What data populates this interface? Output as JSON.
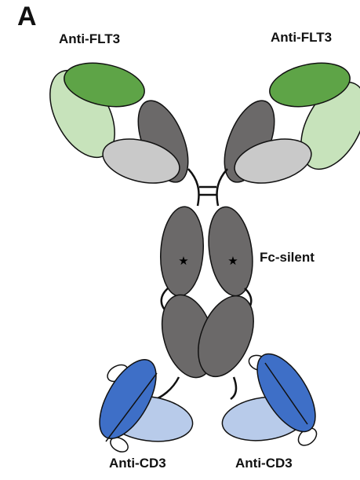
{
  "panel": {
    "letter": "A"
  },
  "labels": {
    "anti_flt3_left": "Anti-FLT3",
    "anti_flt3_right": "Anti-FLT3",
    "fc_silent": "Fc-silent",
    "anti_cd3_left": "Anti-CD3",
    "anti_cd3_right": "Anti-CD3"
  },
  "marks": {
    "fc_star": "★"
  },
  "colors": {
    "flt3_heavy_green": "#5ea447",
    "flt3_light_green": "#c7e3bb",
    "heavy_chain_dark_gray": "#6b6969",
    "light_chain_gray": "#c9c9c9",
    "cd3_dark_blue": "#3e6fc7",
    "cd3_light_blue": "#b8cbea",
    "outline": "#111111"
  }
}
